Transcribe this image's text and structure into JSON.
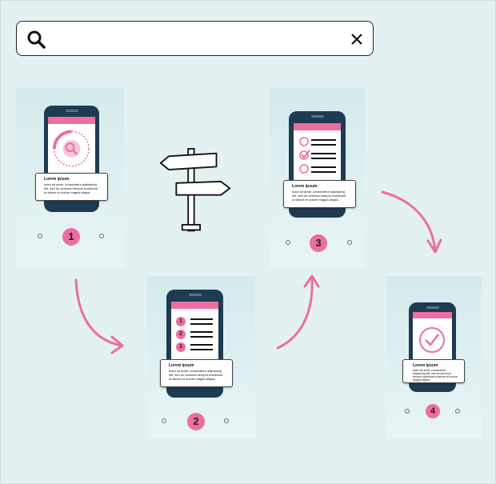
{
  "search": {
    "value": "",
    "placeholder": "",
    "search_icon": "search-icon",
    "clear_icon": "close-icon"
  },
  "colors": {
    "background": "#e3f1f2",
    "accent": "#ec6ea0",
    "phone": "#1f3b52"
  },
  "steps": [
    {
      "number": "1",
      "icon": "search-icon",
      "card_title": "Lorem ipsum",
      "card_body": "dolor sit amet, consectetur adipiscing elit, sed do eiusmod tempor incididunt ut labore et dolore magna aliqua."
    },
    {
      "number": "2",
      "icon": "numbered-list-icon",
      "card_title": "Lorem ipsum",
      "card_body": "dolor sit amet, consectetur adipiscing elit, sed do eiusmod tempor incididunt ut labore et dolore magna aliqua."
    },
    {
      "number": "3",
      "icon": "checklist-icon",
      "card_title": "Lorem ipsum",
      "card_body": "dolor sit amet, consectetur adipiscing elit, sed do eiusmod tempor incididunt ut labore et dolore magna aliqua."
    },
    {
      "number": "4",
      "icon": "checkmark-circle-icon",
      "card_title": "Lorem ipsum",
      "card_body": "dolor sit amet, consectetur adipiscing elit, sed do eiusmod tempor incididunt ut labore et dolore magna aliqua."
    }
  ],
  "list_numbers": [
    "1",
    "2",
    "3"
  ],
  "decorations": [
    "signpost-icon",
    "curved-arrow-icon"
  ]
}
